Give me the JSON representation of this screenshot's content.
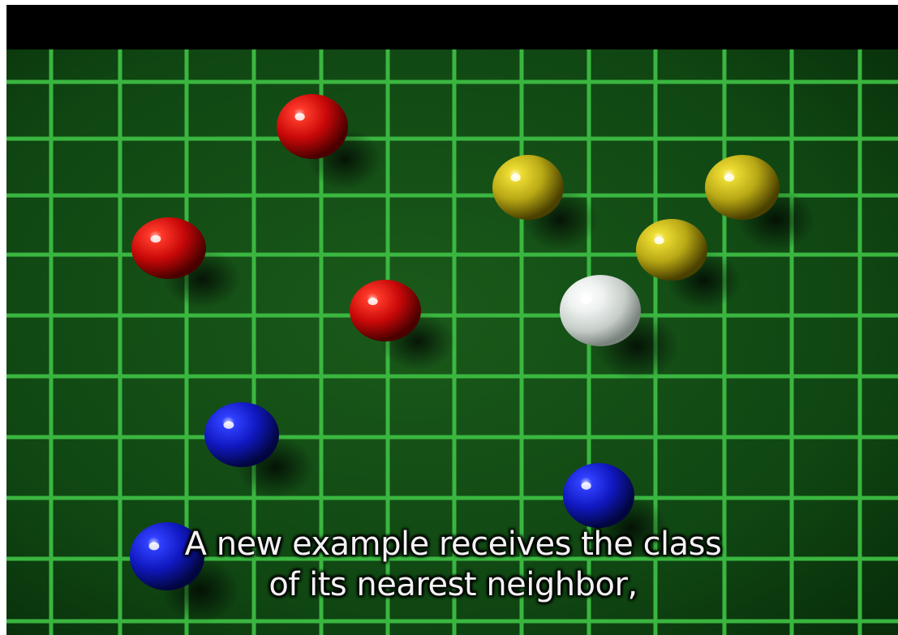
{
  "caption": {
    "line1": "A new example receives the class",
    "line2": "of its nearest neighbor,"
  },
  "colors": {
    "letterbox": "#000000",
    "board": "#0f4a12",
    "grid_line": "#3fbf45",
    "red_ball": "#cc0a0a",
    "yellow_ball": "#c8b81a",
    "blue_ball": "#1020c8",
    "white_ball": "#e8ecea",
    "caption_text": "#f2f2f2"
  },
  "balls": [
    {
      "class": "red"
    },
    {
      "class": "red"
    },
    {
      "class": "red"
    },
    {
      "class": "yellow"
    },
    {
      "class": "yellow"
    },
    {
      "class": "yellow"
    },
    {
      "class": "white"
    },
    {
      "class": "blue"
    },
    {
      "class": "blue"
    },
    {
      "class": "blue"
    }
  ]
}
